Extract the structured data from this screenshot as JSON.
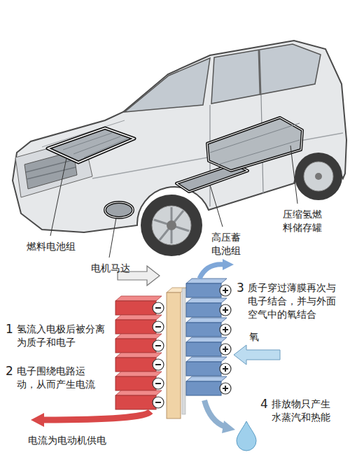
{
  "diagram": {
    "labels": [
      "燃料电池组",
      "电机马达",
      "高压蓄电池组",
      "压缩氢燃料储存罐",
      "1",
      "氢流入电极后被分离为质子和电子",
      "2",
      "电子围绕电路运动，从而产生电流",
      "3",
      "质子穿过薄膜再次与电子结合，并与外面空气中的氧结合",
      "氧",
      "4",
      "排放物只产生水蒸汽和热能",
      "电流为电动机供电"
    ]
  }
}
